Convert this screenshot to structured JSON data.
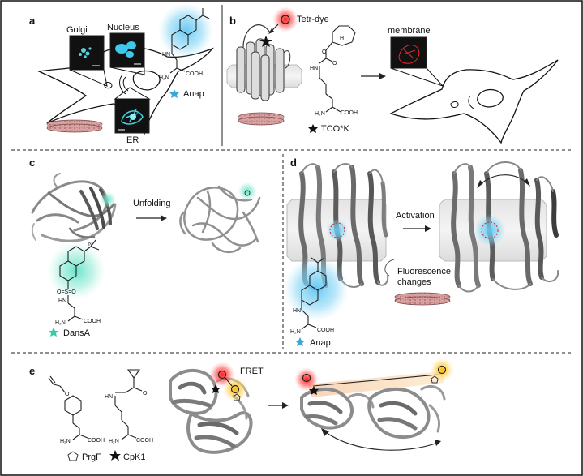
{
  "panels": {
    "a": {
      "letter": "a",
      "golgi": "Golgi",
      "nucleus": "Nucleus",
      "er": "ER",
      "aa_name": "Anap",
      "chem": {
        "nh": "HN",
        "nh2": "H₂N",
        "cooh": "COOH"
      }
    },
    "b": {
      "letter": "b",
      "dye": "Tetr-dye",
      "membrane": "membrane",
      "aa_name": "TCO*K",
      "chem": {
        "nh": "HN",
        "nh2": "H₂N",
        "cooh": "COOH",
        "o": "O",
        "h": "H"
      }
    },
    "c": {
      "letter": "c",
      "arrow_label": "Unfolding",
      "aa_name": "DansA",
      "chem": {
        "n": "N",
        "so2": "O=S=O",
        "nh": "HN",
        "nh2": "H₂N",
        "cooh": "COOH"
      }
    },
    "d": {
      "letter": "d",
      "arrow_label": "Activation",
      "fluor_line1": "Fluorescence",
      "fluor_line2": "changes",
      "aa_name": "Anap",
      "chem": {
        "nh": "HN",
        "nh2": "H₂N",
        "cooh": "COOH"
      }
    },
    "e": {
      "letter": "e",
      "fret": "FRET",
      "aa1_name": "PrgF",
      "aa2_name": "CpK1",
      "chem": {
        "o": "O",
        "nh2": "H₂N",
        "cooh": "COOH",
        "hn": "HN"
      }
    }
  },
  "colors": {
    "anap_glow": "#5ec6f2",
    "dansa_glow": "#63e0c6",
    "red_dye": "#ff2a2a",
    "yellow_dye": "#ffc21a",
    "er_cyan": "#3fd3e6",
    "petri": "#c98a8a"
  }
}
